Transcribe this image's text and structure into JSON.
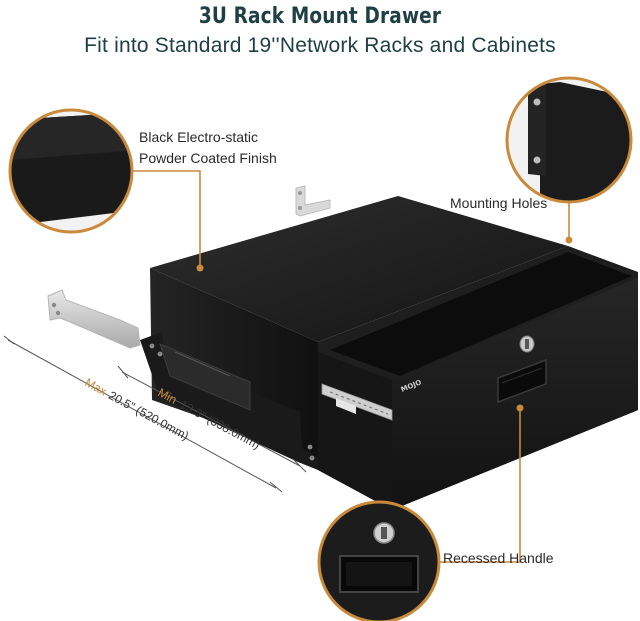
{
  "header": {
    "title": "3U Rack Mount Drawer",
    "subtitle": "Fit into Standard 19''Network Racks and Cabinets"
  },
  "callouts": {
    "finish_line1": "Black Electro-static",
    "finish_line2": "Powder Coated Finish",
    "mounting": "Mounting Holes",
    "handle": "Recessed Handle"
  },
  "dimensions": {
    "max_prefix": "Max",
    "max_value": "20.5\" (520.0mm)",
    "min_prefix": "Min",
    "min_value": "13.3\" (338.0mm)"
  },
  "brand_logo": "MOJO",
  "colors": {
    "accent_orange": "#c98a3c",
    "title": "#1f3f44",
    "drawer_black": "#1b1b1b"
  }
}
